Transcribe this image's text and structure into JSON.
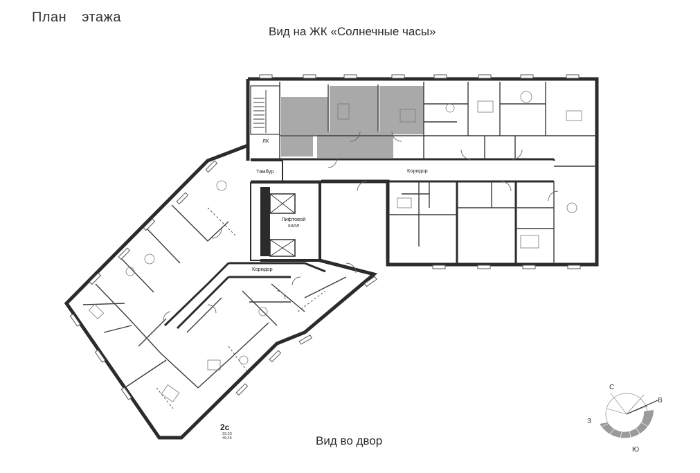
{
  "header": {
    "title_word1": "План",
    "title_word2": "этажа"
  },
  "captions": {
    "view_top": "Вид на ЖК «Солнечные часы»",
    "view_bottom": "Вид во двор"
  },
  "rooms": {
    "lk": "ЛК",
    "tambur": "Тамбур",
    "corridor_east": "Коридор",
    "lift_hall_line1": "Лифтовой",
    "lift_hall_line2": "холл",
    "corridor_west": "Коридор"
  },
  "apartment_marker": {
    "code": "2с",
    "area_1": "33,33",
    "area_2": "49,45"
  },
  "compass": {
    "north": "С",
    "east": "В",
    "west": "З",
    "south": "Ю"
  },
  "colors": {
    "wall": "#2b2b2b",
    "highlight_room": "#a9a9a9",
    "line": "#555555"
  }
}
